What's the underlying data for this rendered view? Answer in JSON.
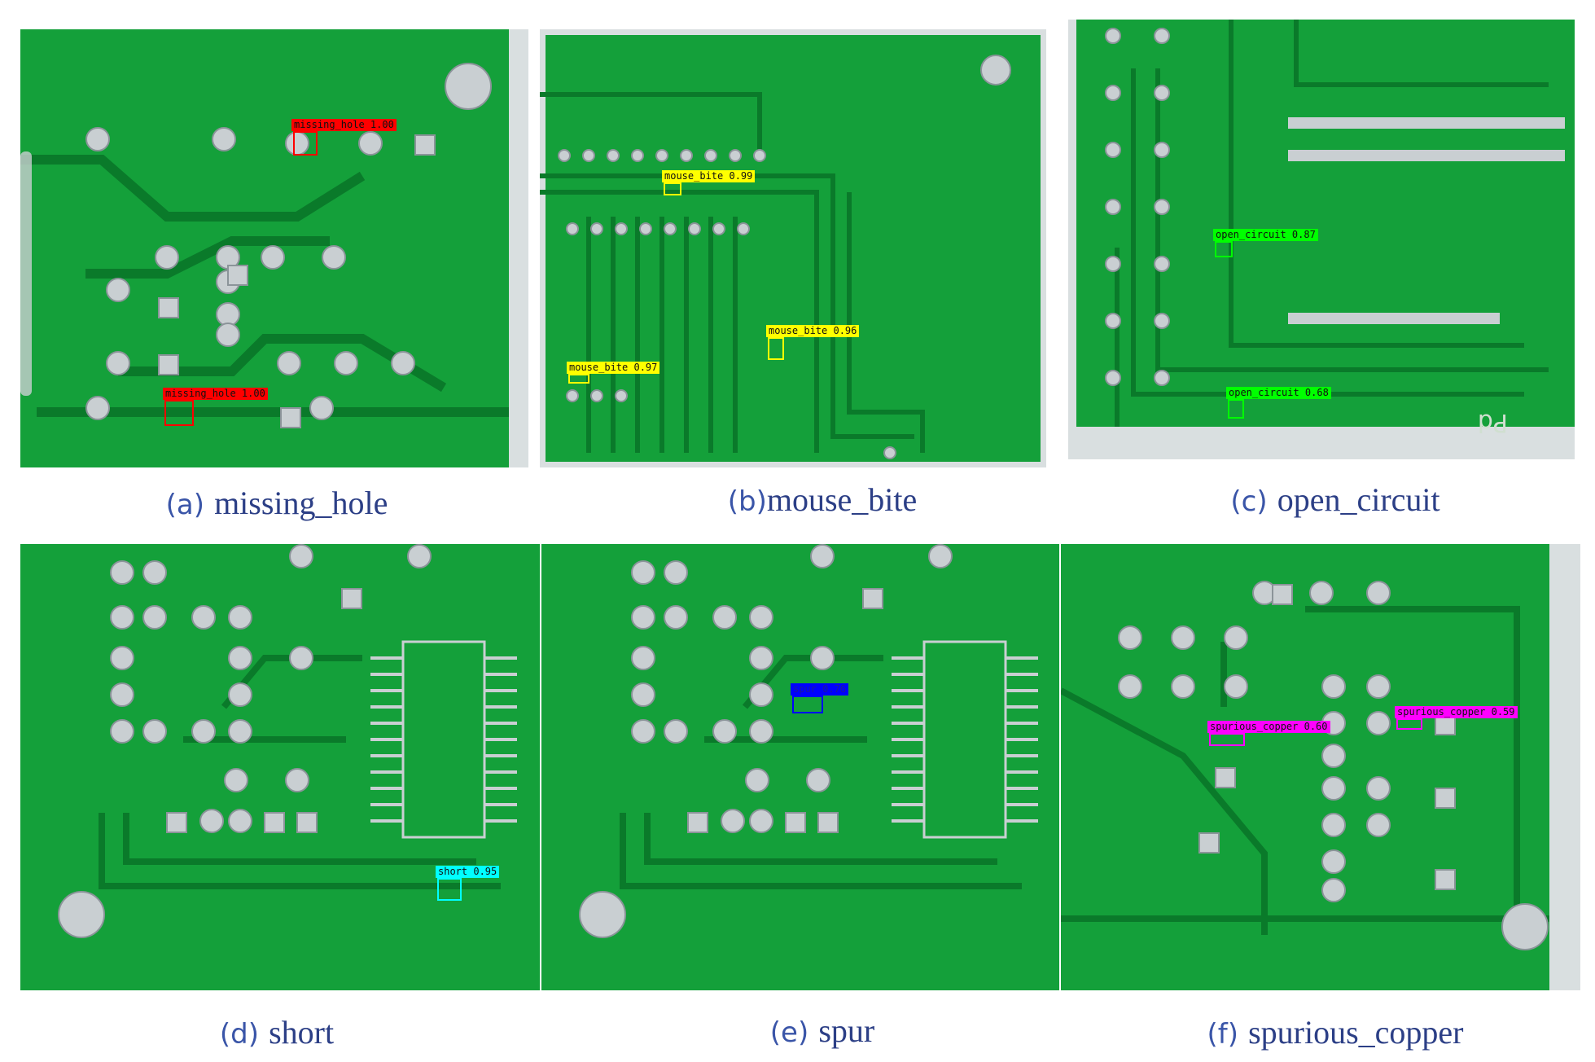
{
  "figure": {
    "panels": [
      {
        "id": "a",
        "label": "(a)",
        "name": "missing_hole",
        "detections": [
          {
            "text": "missing_hole 1.00",
            "color": "#ff0000"
          },
          {
            "text": "missing_hole 1.00",
            "color": "#ff0000"
          }
        ]
      },
      {
        "id": "b",
        "label": "(b)",
        "name": "mouse_bite",
        "detections": [
          {
            "text": "mouse_bite 0.99",
            "color": "#ffff00"
          },
          {
            "text": "mouse_bite 0.96",
            "color": "#ffff00"
          },
          {
            "text": "mouse_bite 0.97",
            "color": "#ffff00"
          }
        ]
      },
      {
        "id": "c",
        "label": "(c)",
        "name": "open_circuit",
        "silkscreen": "Pd",
        "detections": [
          {
            "text": "open_circuit 0.87",
            "color": "#00ff00"
          },
          {
            "text": "open_circuit 0.68",
            "color": "#00ff00"
          }
        ]
      },
      {
        "id": "d",
        "label": "(d)",
        "name": "short",
        "detections": [
          {
            "text": "short 0.95",
            "color": "#00ffff"
          }
        ]
      },
      {
        "id": "e",
        "label": "(e)",
        "name": "spur",
        "detections": [
          {
            "text": "spur 0.76",
            "color": "#0000ff"
          }
        ]
      },
      {
        "id": "f",
        "label": "(f)",
        "name": "spurious_copper",
        "detections": [
          {
            "text": "spurious_copper 0.60",
            "color": "#ff00ff"
          },
          {
            "text": "spurious_copper 0.59",
            "color": "#ff00ff"
          }
        ]
      }
    ]
  }
}
